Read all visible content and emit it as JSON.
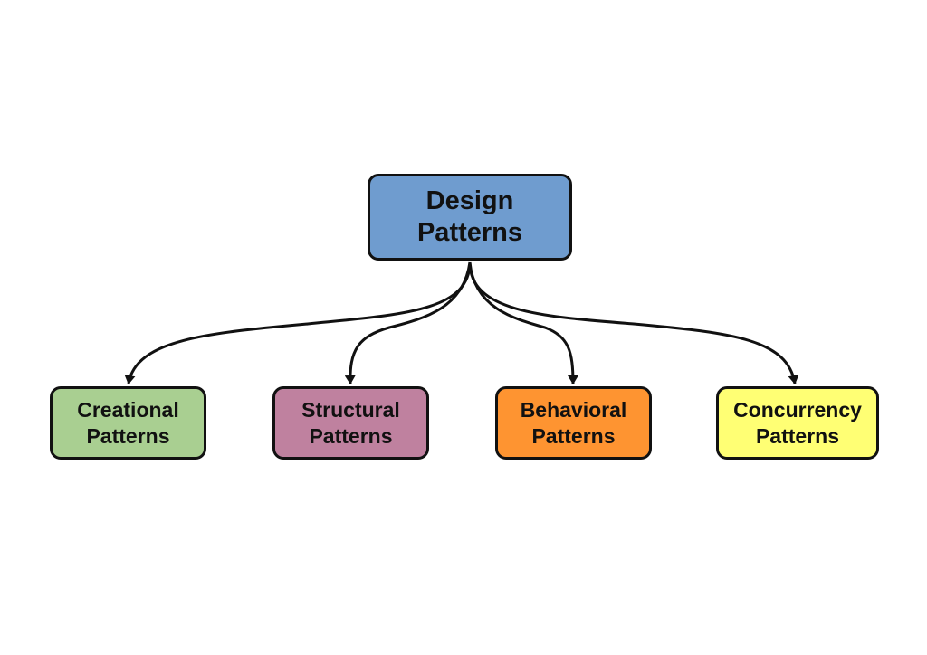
{
  "root": {
    "line1": "Design",
    "line2": "Patterns",
    "color": "#6f9ccf"
  },
  "children": [
    {
      "line1": "Creational",
      "line2": "Patterns",
      "color": "#a9cf91"
    },
    {
      "line1": "Structural",
      "line2": "Patterns",
      "color": "#bf819f"
    },
    {
      "line1": "Behavioral",
      "line2": "Patterns",
      "color": "#fe9431"
    },
    {
      "line1": "Concurrency",
      "line2": "Patterns",
      "color": "#ffff74"
    }
  ],
  "edge_color": "#111111"
}
